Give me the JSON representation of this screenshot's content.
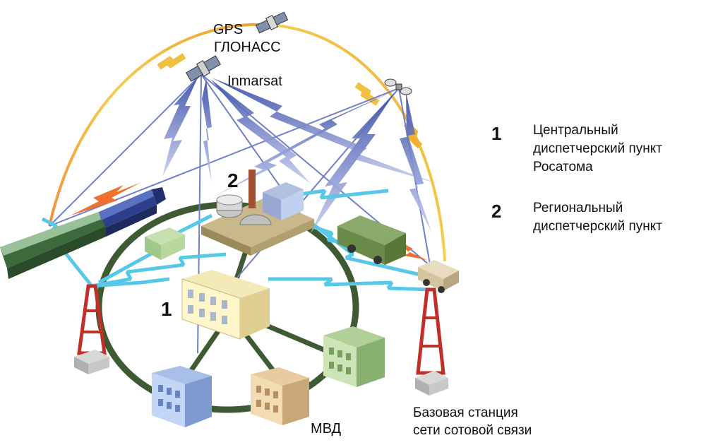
{
  "labels": {
    "gps": "GPS",
    "glonass": "ГЛОНАСС",
    "inmarsat": "Inmarsat",
    "num1": "1",
    "num2": "2",
    "mvd": "МВД",
    "base_station": "Базовая станция\nсети сотовой связи"
  },
  "legend": [
    {
      "num": "1",
      "text": "Центральный\nдиспетчерский пункт\nРосатома"
    },
    {
      "num": "2",
      "text": "Региональный\nдиспетчерский пункт"
    }
  ],
  "colors": {
    "ring": "#3d5a33",
    "gps_arc": "#f0b030",
    "sat_link": "#5a6fb8",
    "cell_link": "#58c8e8",
    "orange_link": "#f07030",
    "tower": "#c03028"
  }
}
